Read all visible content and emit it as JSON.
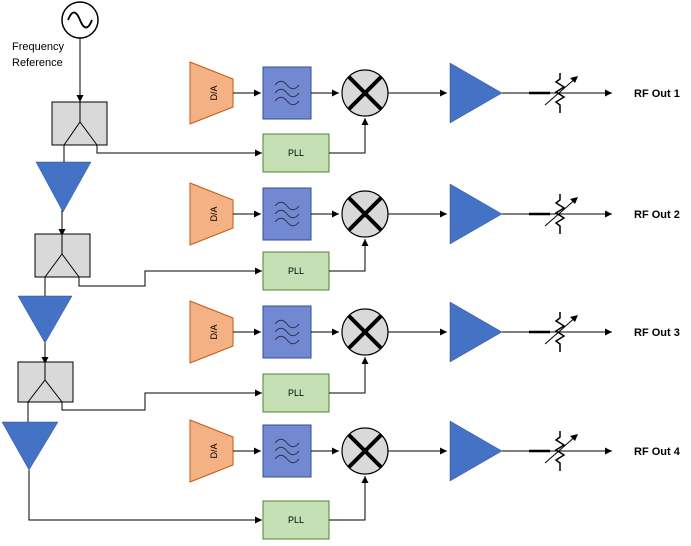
{
  "reference": {
    "label_line1": "Frequency",
    "label_line2": "Reference",
    "icon": "sine-source-icon"
  },
  "blocks": {
    "dac_label": "D/A",
    "pll_label": "PLL",
    "filter_icon": "bandpass-filter-icon",
    "mixer_icon": "mixer-icon",
    "amplifier_icon": "amplifier-triangle-icon",
    "attenuator_icon": "variable-attenuator-icon",
    "splitter_icon": "power-splitter-icon"
  },
  "channels": [
    {
      "output_label": "RF Out 1"
    },
    {
      "output_label": "RF Out 2"
    },
    {
      "output_label": "RF Out 3"
    },
    {
      "output_label": "RF Out 4"
    }
  ],
  "colors": {
    "dac_fill": "#F4B183",
    "dac_stroke": "#C55A11",
    "filter_fill": "#7288D0",
    "filter_stroke": "#2F4E9F",
    "pll_fill": "#C5E0B4",
    "pll_stroke": "#548235",
    "mixer_fill": "#D9D9D9",
    "amplifier_fill": "#4472C4",
    "splitter_fill": "#D9D9D9"
  }
}
